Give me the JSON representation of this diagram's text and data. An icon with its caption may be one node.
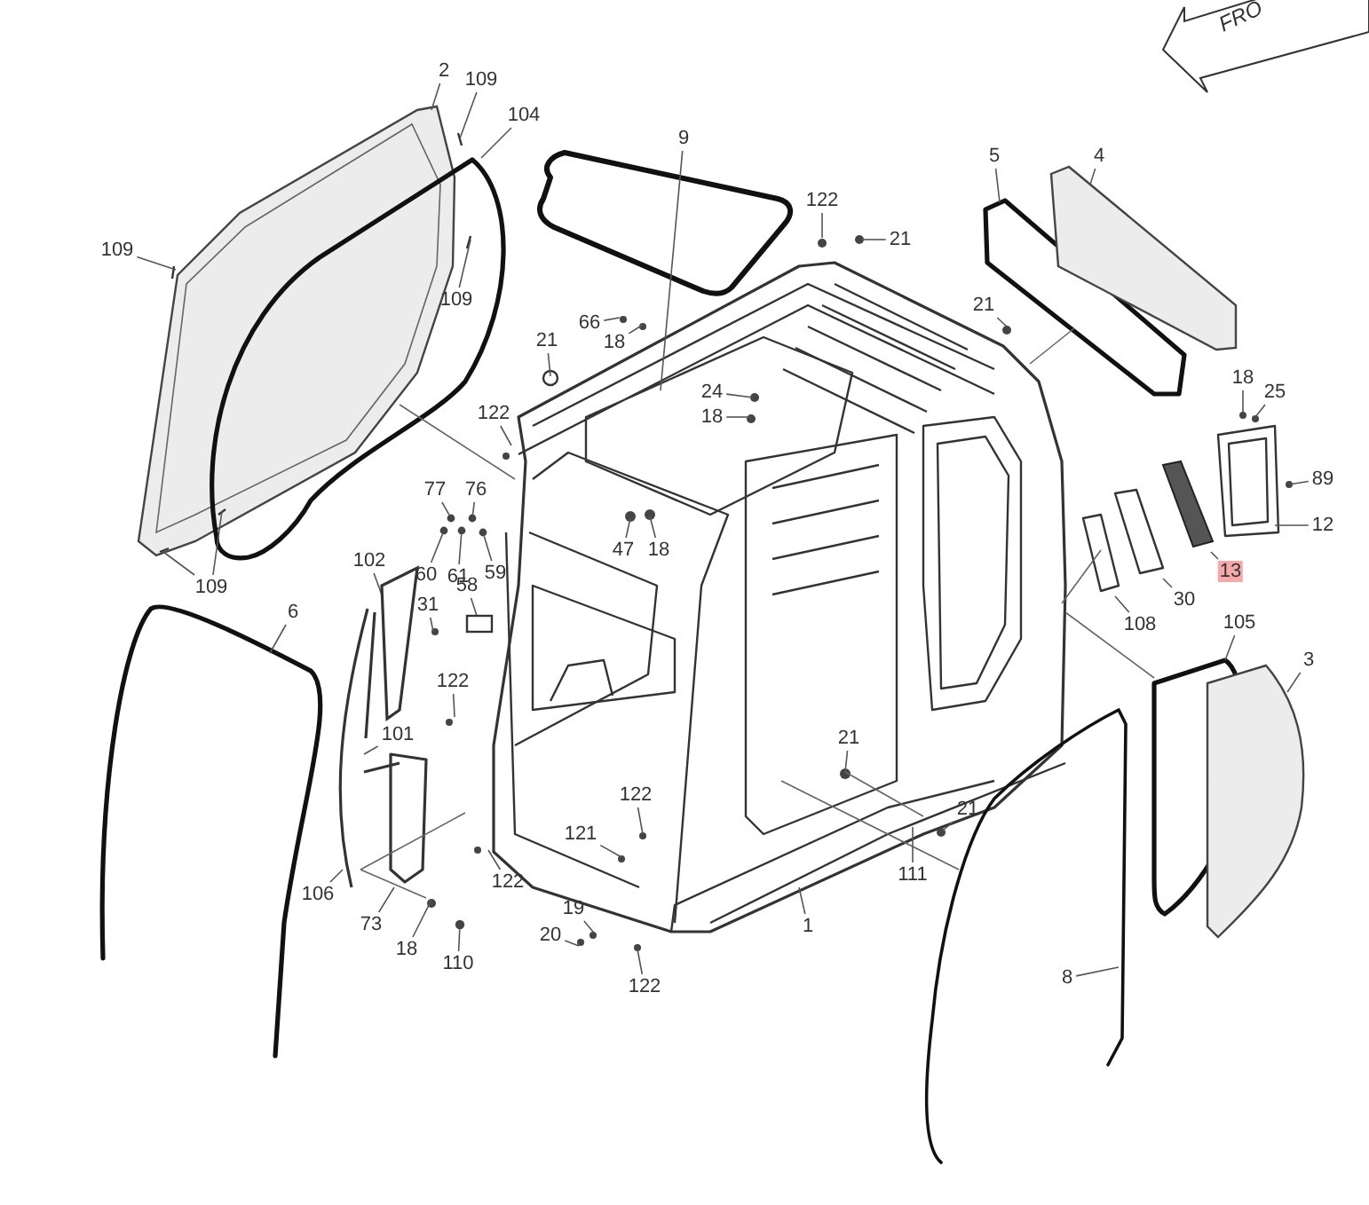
{
  "diagram": {
    "nodes": [
      {
        "text": [
          "2"
        ]
      },
      {
        "text": [
          "109"
        ]
      },
      {
        "text": [
          "104"
        ]
      },
      {
        "text": [
          "109"
        ]
      },
      {
        "text": [
          "109"
        ]
      },
      {
        "text": [
          "109"
        ]
      },
      {
        "text": [
          "9"
        ]
      },
      {
        "text": [
          "122"
        ]
      },
      {
        "text": [
          "21"
        ]
      },
      {
        "text": [
          "5"
        ]
      },
      {
        "text": [
          "4"
        ]
      },
      {
        "text": [
          "21"
        ]
      },
      {
        "text": [
          "66"
        ]
      },
      {
        "text": [
          "18"
        ]
      },
      {
        "text": [
          "21"
        ]
      },
      {
        "text": [
          "24"
        ]
      },
      {
        "text": [
          "18"
        ]
      },
      {
        "text": [
          "122"
        ]
      },
      {
        "text": [
          "18"
        ]
      },
      {
        "text": [
          "25"
        ]
      },
      {
        "text": [
          "89"
        ]
      },
      {
        "text": [
          "12"
        ]
      },
      {
        "text": [
          "13"
        ]
      },
      {
        "text": [
          "30"
        ]
      },
      {
        "text": [
          "108"
        ]
      },
      {
        "text": [
          "77"
        ]
      },
      {
        "text": [
          "76"
        ]
      },
      {
        "text": [
          "60"
        ]
      },
      {
        "text": [
          "61"
        ]
      },
      {
        "text": [
          "59"
        ]
      },
      {
        "text": [
          "47"
        ]
      },
      {
        "text": [
          "18"
        ]
      },
      {
        "text": [
          "102"
        ]
      },
      {
        "text": [
          "58"
        ]
      },
      {
        "text": [
          "31"
        ]
      },
      {
        "text": [
          "6"
        ]
      },
      {
        "text": [
          "122"
        ]
      },
      {
        "text": [
          "101"
        ]
      },
      {
        "text": [
          "105"
        ]
      },
      {
        "text": [
          "3"
        ]
      },
      {
        "text": [
          "21"
        ]
      },
      {
        "text": [
          "21"
        ]
      },
      {
        "text": [
          "111"
        ]
      },
      {
        "text": [
          "122"
        ]
      },
      {
        "text": [
          "121"
        ]
      },
      {
        "text": [
          "106"
        ]
      },
      {
        "text": [
          "73"
        ]
      },
      {
        "text": [
          "122"
        ]
      },
      {
        "text": [
          "18"
        ]
      },
      {
        "text": [
          "110"
        ]
      },
      {
        "text": [
          "19"
        ]
      },
      {
        "text": [
          "20"
        ]
      },
      {
        "text": [
          "122"
        ]
      },
      {
        "text": [
          "1"
        ]
      },
      {
        "text": [
          "8"
        ]
      },
      {
        "text": [],
        "shape": "bar"
      },
      {
        "text": [],
        "shape": "circle"
      },
      {
        "text": [],
        "shape": "circle"
      },
      {
        "text": [],
        "shape": "circle"
      },
      {
        "text": [],
        "shape": "circle"
      },
      {
        "text": [],
        "shape": "box"
      },
      {
        "text": [],
        "shape": "circle"
      },
      {
        "text": [],
        "shape": "circle"
      }
    ],
    "edges": [
      {
        "from": 0,
        "to": null,
        "arrow": "none"
      },
      {
        "from": 1,
        "to": null,
        "arrow": "none"
      },
      {
        "from": 2,
        "to": null,
        "arrow": "none"
      },
      {
        "from": 3,
        "to": null,
        "arrow": "none"
      },
      {
        "from": 4,
        "to": null,
        "arrow": "none"
      },
      {
        "from": 5,
        "to": null,
        "arrow": "none"
      },
      {
        "from": 5,
        "to": null,
        "arrow": "none"
      },
      {
        "from": 6,
        "to": null,
        "arrow": "none"
      },
      {
        "from": 7,
        "to": null,
        "arrow": "none"
      },
      {
        "from": 8,
        "to": null,
        "arrow": "none"
      },
      {
        "from": 9,
        "to": null,
        "arrow": "none"
      },
      {
        "from": 10,
        "to": null,
        "arrow": "none"
      },
      {
        "from": 11,
        "to": null,
        "arrow": "none"
      },
      {
        "from": 12,
        "to": null,
        "arrow": "none"
      },
      {
        "from": 13,
        "to": null,
        "arrow": "none"
      },
      {
        "from": 14,
        "to": null,
        "arrow": "none"
      },
      {
        "from": 15,
        "to": null,
        "arrow": "none"
      },
      {
        "from": 16,
        "to": null,
        "arrow": "none"
      },
      {
        "from": 17,
        "to": null,
        "arrow": "none"
      },
      {
        "from": 18,
        "to": null,
        "arrow": "none"
      },
      {
        "from": 19,
        "to": null,
        "arrow": "none"
      },
      {
        "from": 20,
        "to": null,
        "arrow": "none"
      },
      {
        "from": 21,
        "to": null,
        "arrow": "none"
      },
      {
        "from": 22,
        "to": null,
        "arrow": "none"
      },
      {
        "from": 23,
        "to": null,
        "arrow": "none"
      },
      {
        "from": 24,
        "to": null,
        "arrow": "none"
      },
      {
        "from": 25,
        "to": 57,
        "arrow": "none"
      },
      {
        "from": 26,
        "to": 61,
        "arrow": "none"
      },
      {
        "from": 27,
        "to": 56,
        "arrow": "none"
      },
      {
        "from": 28,
        "to": 59,
        "arrow": "none"
      },
      {
        "from": 29,
        "to": 62,
        "arrow": "none"
      },
      {
        "from": 30,
        "to": null,
        "arrow": "none"
      },
      {
        "from": 31,
        "to": null,
        "arrow": "none"
      },
      {
        "from": 32,
        "to": 55,
        "arrow": "none"
      },
      {
        "from": 33,
        "to": 60,
        "arrow": "none"
      },
      {
        "from": 34,
        "to": null,
        "arrow": "none"
      },
      {
        "from": 35,
        "to": null,
        "arrow": "none"
      },
      {
        "from": 36,
        "to": null,
        "arrow": "none"
      },
      {
        "from": 37,
        "to": null,
        "arrow": "none"
      },
      {
        "from": 38,
        "to": null,
        "arrow": "none"
      },
      {
        "from": 39,
        "to": null,
        "arrow": "none"
      },
      {
        "from": 40,
        "to": null,
        "arrow": "none"
      },
      {
        "from": 41,
        "to": null,
        "arrow": "none"
      },
      {
        "from": 42,
        "to": null,
        "arrow": "none"
      },
      {
        "from": 43,
        "to": null,
        "arrow": "none"
      },
      {
        "from": 44,
        "to": null,
        "arrow": "none"
      },
      {
        "from": 45,
        "to": null,
        "arrow": "none"
      },
      {
        "from": 46,
        "to": null,
        "arrow": "none"
      },
      {
        "from": 47,
        "to": null,
        "arrow": "none"
      },
      {
        "from": 48,
        "to": null,
        "arrow": "none"
      },
      {
        "from": 49,
        "to": 58,
        "arrow": "none"
      },
      {
        "from": 50,
        "to": null,
        "arrow": "none"
      },
      {
        "from": 51,
        "to": null,
        "arrow": "none"
      },
      {
        "from": 52,
        "to": null,
        "arrow": "none"
      },
      {
        "from": 53,
        "to": null,
        "arrow": "none"
      },
      {
        "from": 54,
        "to": null,
        "arrow": "none"
      }
    ],
    "labels": [
      "FRO"
    ]
  }
}
